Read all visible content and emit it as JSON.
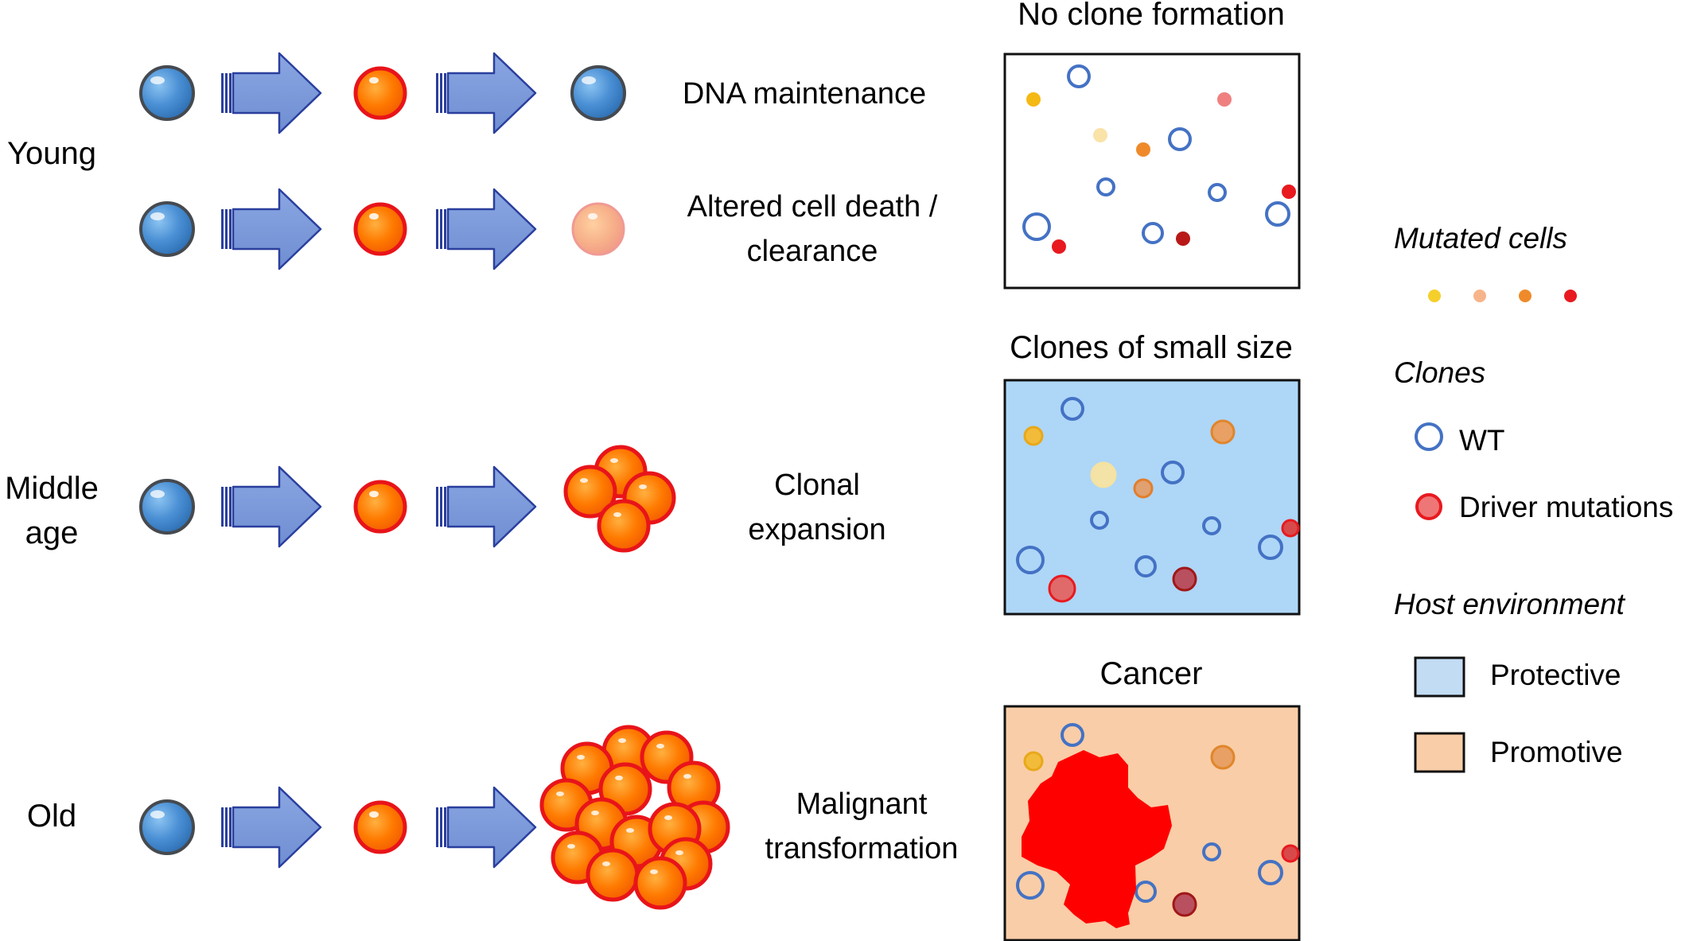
{
  "rows": {
    "young": {
      "age_label": "Young"
    },
    "middle": {
      "age_label_line1": "Middle",
      "age_label_line2": "age",
      "outcome_line1": "Clonal",
      "outcome_line2": "expansion"
    },
    "old": {
      "age_label": "Old",
      "outcome_line1": "Malignant",
      "outcome_line2": "transformation"
    }
  },
  "young_outcomes": {
    "dna": "DNA maintenance",
    "death_line1": "Altered cell death /",
    "death_line2": "clearance"
  },
  "panels": {
    "young": {
      "title": "No clone formation",
      "background": "#ffffff"
    },
    "middle": {
      "title": "Clones of small size",
      "background": "#aed6f7"
    },
    "old": {
      "title": "Cancer",
      "background": "#f9cda7"
    }
  },
  "legend": {
    "mutated_title": "Mutated cells",
    "mutated_colors": [
      "#f5cf2a",
      "#f7b48a",
      "#ef8a2a",
      "#e8191f"
    ],
    "clones_title": "Clones",
    "wt_label": "WT",
    "driver_label": "Driver mutations",
    "host_title": "Host environment",
    "protective_label": "Protective",
    "promotive_label": "Promotive"
  },
  "colors": {
    "healthy_cell": "#4a8fd4",
    "mutant_cell": "#ff6a00",
    "arrow_fill": "#7a9ad8",
    "wt_ring": "#4472c4",
    "driver": "#e8191f",
    "tumor": "#ff0000",
    "protective": "#c2dcf3",
    "promotive": "#f9cda7"
  }
}
